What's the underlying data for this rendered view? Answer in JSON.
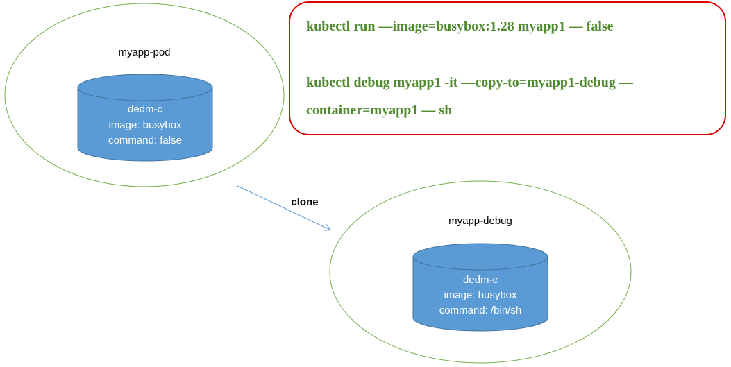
{
  "pods": [
    {
      "title": "myapp-pod",
      "container": {
        "name": "dedm-c",
        "image": "image: busybox",
        "command": "command: false"
      }
    },
    {
      "title": "myapp-debug",
      "container": {
        "name": "dedm-c",
        "image": "image: busybox",
        "command": "command: /bin/sh"
      }
    }
  ],
  "arrow_label": "clone",
  "commands": {
    "line1": "kubectl run —image=busybox:1.28 myapp1 — false",
    "line2": "kubectl debug myapp1 -it —copy-to=myapp1-debug —",
    "line3": "container=myapp1 — sh"
  },
  "colors": {
    "pod_outline": "#70ad47",
    "cylinder_fill": "#5b9bd5",
    "cylinder_stroke": "#41719c",
    "arrow": "#5b9bd5",
    "command_text": "#4f8a2f",
    "command_box_border": "#e00000"
  }
}
